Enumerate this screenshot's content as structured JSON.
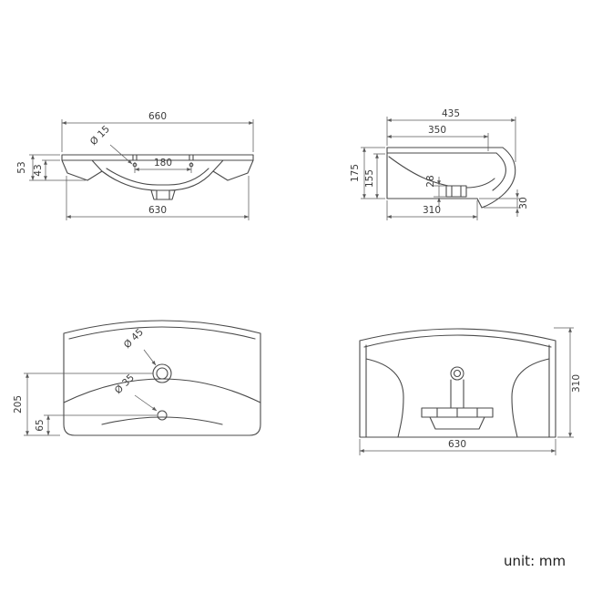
{
  "unit_label": "unit: mm",
  "colors": {
    "line": "#4a4a4a",
    "dimension": "#5a5a5a",
    "text": "#3a3a3a",
    "background": "#ffffff"
  },
  "views": {
    "front_section": {
      "dim_overall_width": "660",
      "dim_faucet_hole_diameter": "Ø 15",
      "dim_hole_spacing": "180",
      "dim_total_height": "53",
      "dim_inner_height": "43",
      "dim_base_width": "630"
    },
    "side_section": {
      "dim_overall_depth": "435",
      "dim_rim_depth": "350",
      "dim_total_height": "175",
      "dim_inner_height": "155",
      "dim_drain_drop": "28",
      "dim_base_depth": "310",
      "dim_front_lip_drop": "30"
    },
    "top_view": {
      "dim_drain_hole_diameter": "Ø 45",
      "dim_overflow_hole_diameter": "Ø 35",
      "dim_drain_center_offset": "205",
      "dim_overflow_center_offset": "65"
    },
    "front_view": {
      "dim_overall_height": "310",
      "dim_overall_width": "630"
    }
  }
}
